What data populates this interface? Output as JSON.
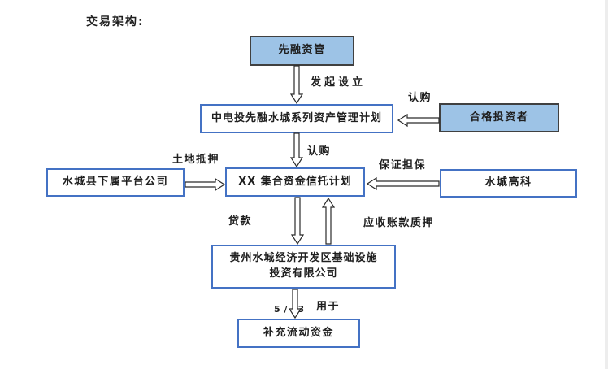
{
  "title": "交易架构:",
  "page_number": "5 / 13",
  "colors": {
    "filled_box_fill": "#9dc3e6",
    "filled_box_border": "#404040",
    "outlined_box_border": "#4472c4",
    "text": "#1f1f1f"
  },
  "nodes": {
    "sponsor": {
      "label": "先融资管"
    },
    "asset_plan": {
      "label": "中电投先融水城系列资产管理计划"
    },
    "investors": {
      "label": "合格投资者"
    },
    "platform": {
      "label": "水城县下属平台公司"
    },
    "trust": {
      "label": "XX 集合资金信托计划"
    },
    "gaoke": {
      "label": "水城高科"
    },
    "guizhou": {
      "label_line1": "贵州水城经济开发区基础设施",
      "label_line2": "投资有限公司"
    },
    "working_capital": {
      "label": "补充流动资金"
    }
  },
  "edge_labels": {
    "initiate": "发起设立",
    "subscribe_top": "认购",
    "subscribe_mid": "认购",
    "land_mortgage": "土地抵押",
    "guarantee": "保证担保",
    "loan": "贷款",
    "receivables_pledge": "应收账款质押",
    "use_for": "用于"
  }
}
